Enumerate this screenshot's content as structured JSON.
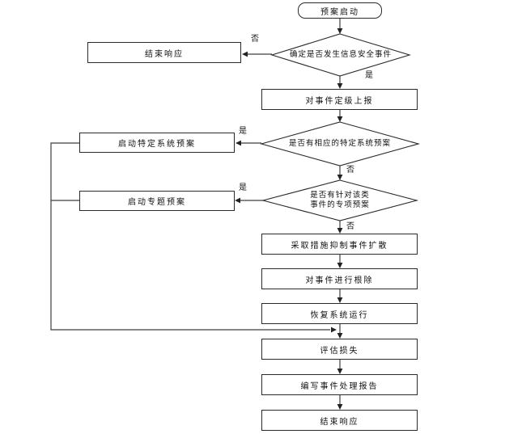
{
  "diagram": {
    "type": "flowchart",
    "nodes": {
      "start": "预案启动",
      "decision_event": "确定是否发生信息安全事件",
      "end_response_top": "结束响应",
      "grade_report": "对事件定级上报",
      "decision_specific": "是否有相应的特定系统预案",
      "launch_specific": "启动特定系统预案",
      "decision_special_line1": "是否有针对该类",
      "decision_special_line2": "事件的专项预案",
      "launch_special": "启动专题预案",
      "contain": "采取措施抑制事件扩散",
      "eradicate": "对事件进行根除",
      "recover": "恢复系统运行",
      "assess": "评估损失",
      "write_report": "编写事件处理报告",
      "end_response_bottom": "结束响应"
    },
    "edge_labels": {
      "no_event": "否",
      "yes_event": "是",
      "yes_specific": "是",
      "no_specific": "否",
      "yes_special": "是",
      "no_special": "否"
    },
    "colors": {
      "line": "#3f3f3f",
      "node_border": "#2b2b2b",
      "node_fill": "#ffffff",
      "text": "#111111",
      "background": "#ffffff"
    }
  }
}
